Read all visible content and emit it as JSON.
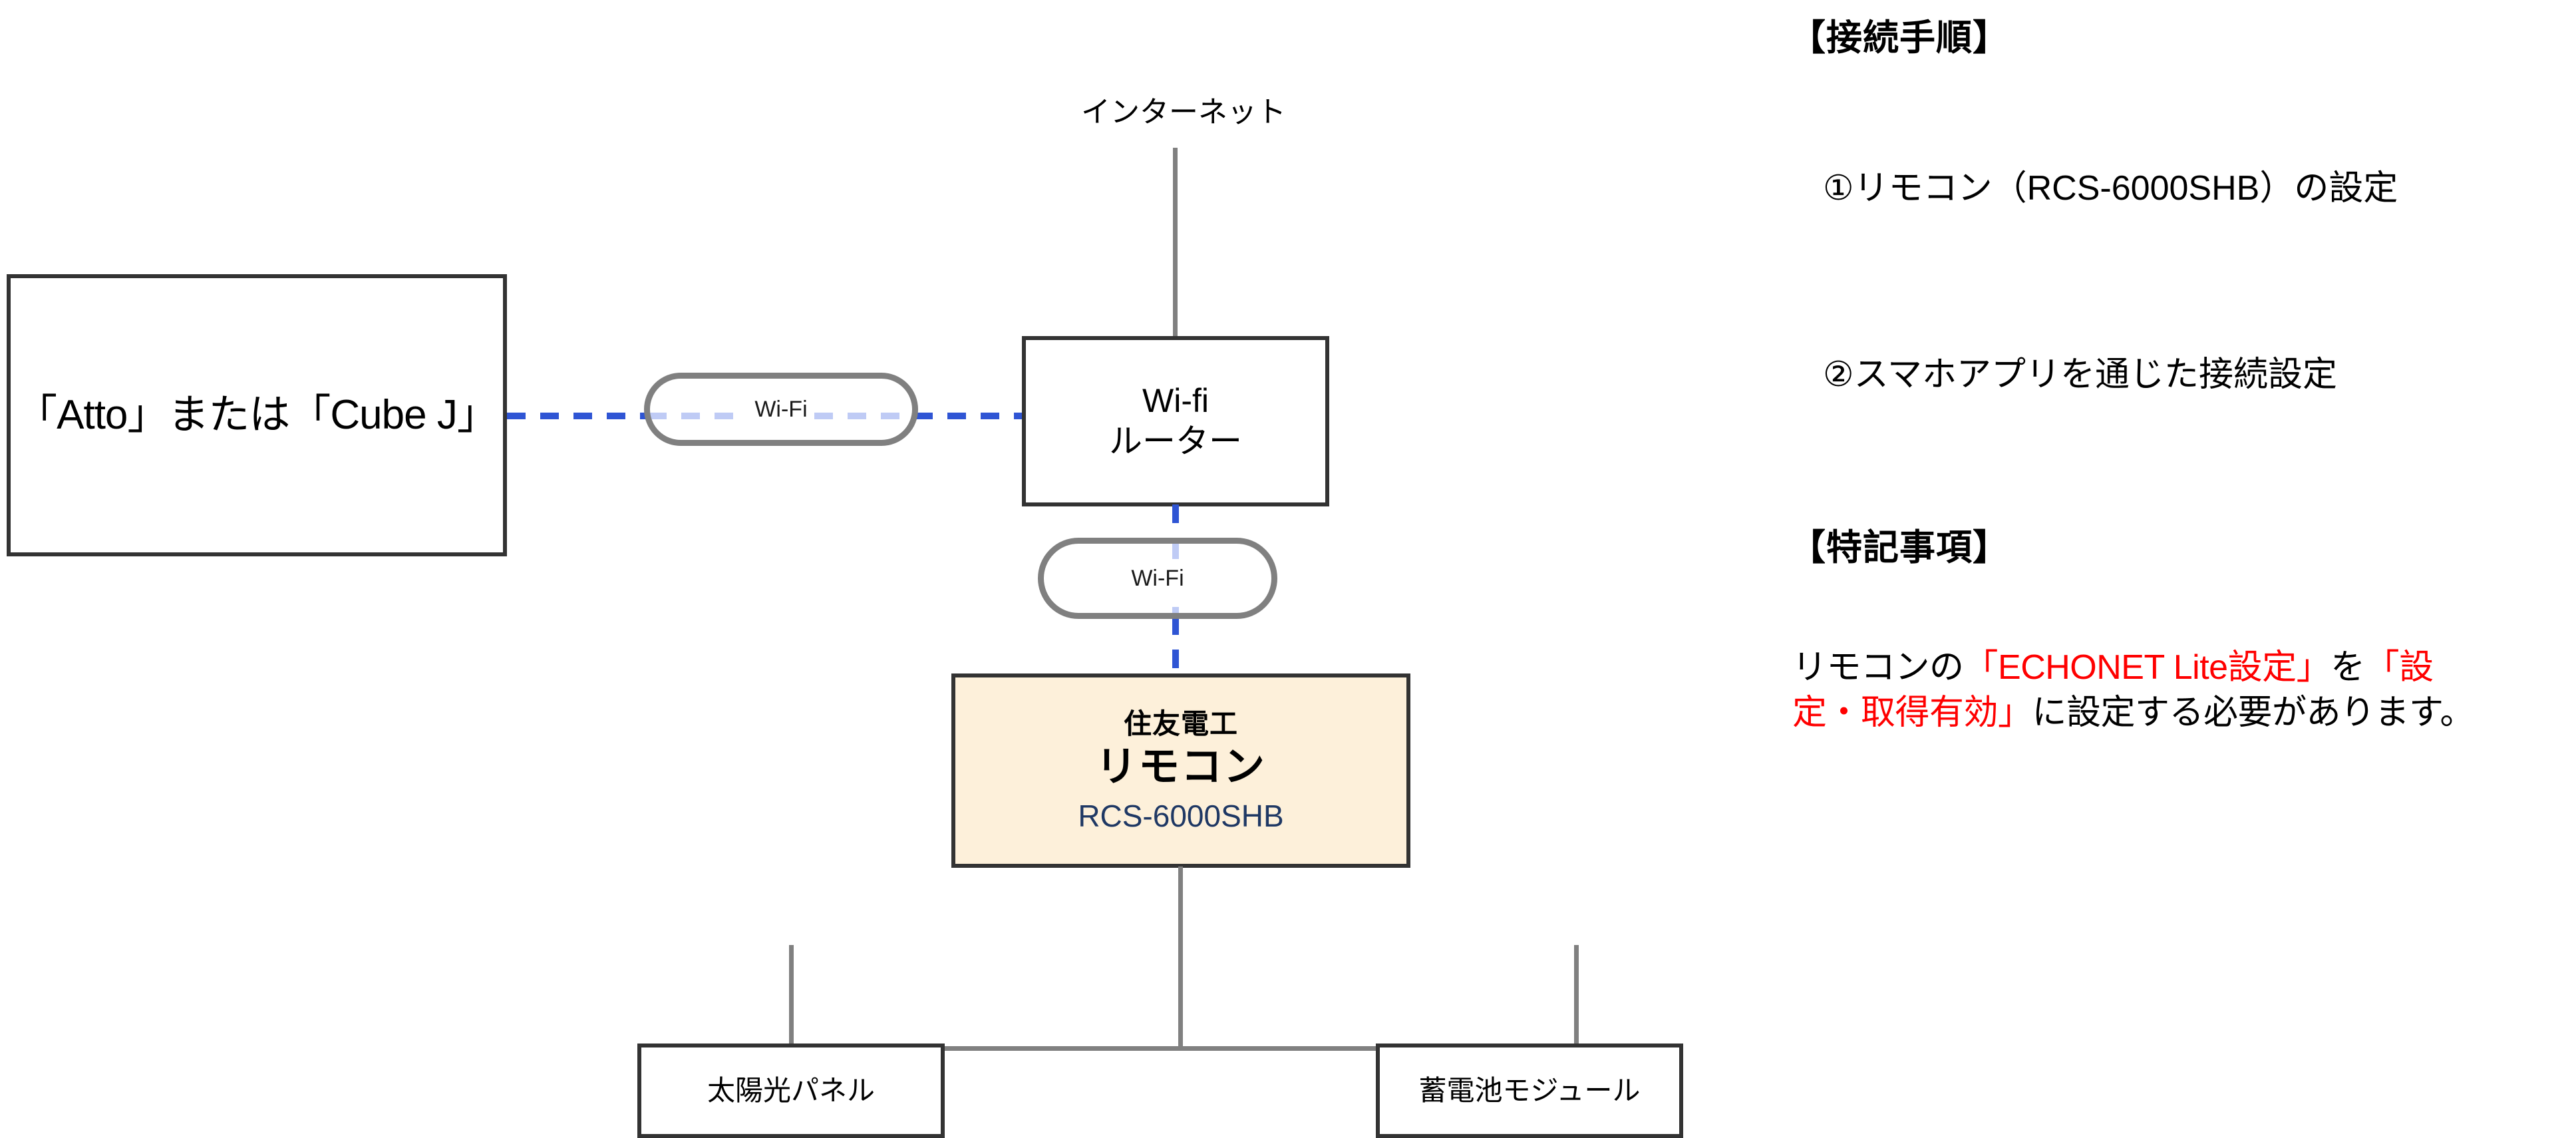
{
  "diagram": {
    "internet_label": "インターネット",
    "device_box": {
      "label": "「Atto」または「Cube J」"
    },
    "router_box": {
      "line1": "Wi-fi",
      "line2": "ルーター"
    },
    "wifi_link_upper": {
      "label": "Wi-Fi"
    },
    "wifi_link_lower": {
      "label": "Wi-Fi"
    },
    "remote_box": {
      "brand": "住友電工",
      "title": "リモコン",
      "model": "RCS-6000SHB"
    },
    "solar_box": {
      "label": "太陽光パネル"
    },
    "battery_box": {
      "label": "蓄電池モジュール"
    },
    "colors": {
      "wifi_link": "#2F55D4",
      "wifi_link_faded": "#BFCBF5",
      "wire": "#808080",
      "box_border": "#333333",
      "remote_fill": "#FDF0DA",
      "remote_model_text": "#1F3864",
      "highlight_red": "#FF0000"
    }
  },
  "notes": {
    "heading_procedure": "【接続手順】",
    "step1": "①リモコン（RCS-6000SHB）の設定",
    "step2": "②スマホアプリを通じた接続設定",
    "heading_remarks": "【特記事項】",
    "body": {
      "part1": "リモコンの",
      "part2_red": "「ECHONET Lite設定」",
      "part3": "を",
      "part4_red": "「設定・取得有効」",
      "part5": "に設定する必要があります。"
    }
  }
}
